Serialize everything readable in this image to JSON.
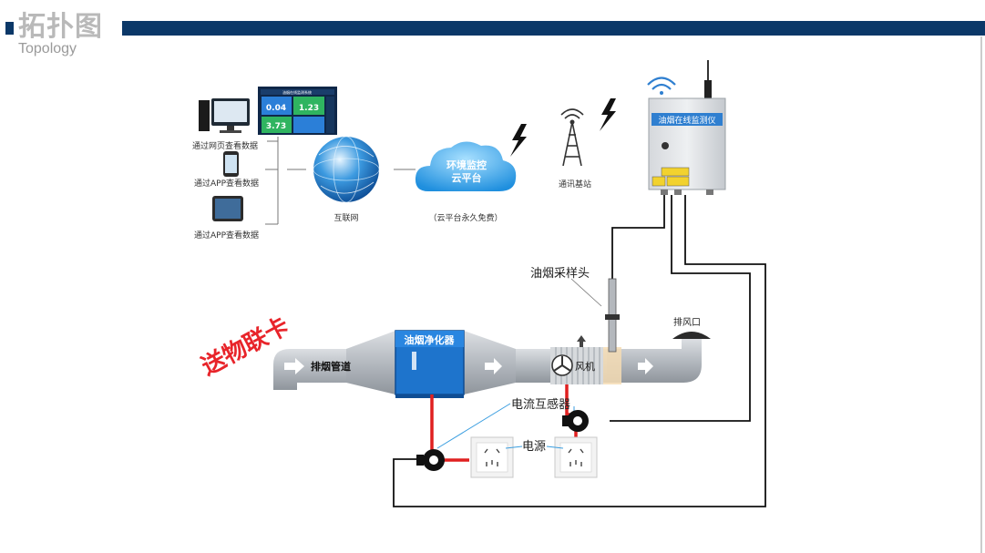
{
  "header": {
    "title": "拓扑图",
    "subtitle": "Topology"
  },
  "clients": {
    "web": "通过网页查看数据",
    "app": "通过APP查看数据",
    "tablet": "通过APP查看数据"
  },
  "monitor_screen": {
    "title": "油烟在线监测系统",
    "v1": "0.04",
    "v2": "1.23",
    "v3": "3.73"
  },
  "internet": "互联网",
  "cloud": {
    "line1": "环境监控",
    "line2": "云平台",
    "note": "（云平台永久免费）"
  },
  "base_station": "通讯基站",
  "device": {
    "label": "油烟在线监测仪"
  },
  "system": {
    "sampling_head": "油烟采样头",
    "exhaust_outlet": "排风口",
    "exhaust_pipe": "排烟管道",
    "purifier": "油烟净化器",
    "fan": "风机",
    "current_transformer": "电流互感器",
    "power": "电源"
  },
  "watermark": "送物联卡",
  "colors": {
    "header_bar": "#0b3868",
    "device_label_bg": "#2f7fd0",
    "purifier_blue": "#1e74cc",
    "wire_red": "#e02020",
    "watermark_red": "#e8242a"
  }
}
